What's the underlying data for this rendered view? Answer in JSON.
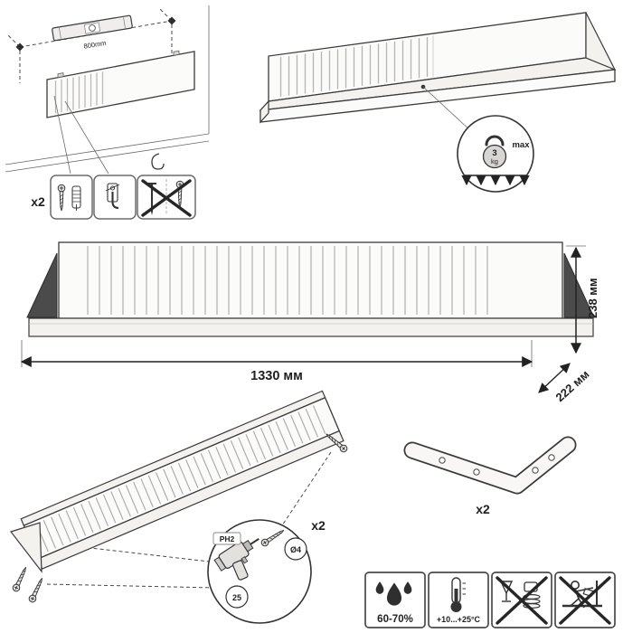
{
  "colors": {
    "line": "#3a3a3a",
    "dark_fill": "#4b4b4b",
    "panel_fill": "#fbfbfa",
    "prohibition": "#262626"
  },
  "mounting": {
    "level_label": "800mm",
    "hardware_qty": "x2",
    "icons": [
      "spirit-level",
      "wall-anchor-screw",
      "picture-hook",
      "prohibited-fasteners",
      "adhesive-hook"
    ]
  },
  "load_limit": {
    "value": "3",
    "unit": "kg",
    "qualifier": "max",
    "icons": [
      "kettlebell-weight",
      "load-arrows"
    ]
  },
  "dimensions": {
    "width": "1330 мм",
    "height": "238 мм",
    "depth": "222 мм"
  },
  "assembly_detail": {
    "qty": "x2",
    "bit": "PH2",
    "screw_diameter": "Ø4",
    "screw_length": "25",
    "icons": [
      "power-drill",
      "screw"
    ]
  },
  "bracket": {
    "qty": "x2",
    "icons": [
      "angle-bracket"
    ]
  },
  "conditions": {
    "humidity": "60-70%",
    "temperature": "+10...+25°C",
    "icons": [
      "humidity-drops",
      "thermometer",
      "no-glassware",
      "no-climbing"
    ]
  }
}
